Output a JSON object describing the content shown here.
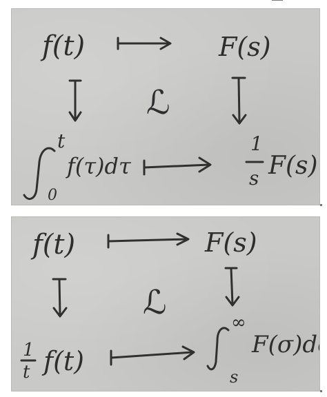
{
  "top_diagram": {
    "source": "f(t)",
    "image": "F(s)",
    "operator": "ℒ",
    "bottom_left_integrand": "f(τ)dτ",
    "upper_limit": "t",
    "lower_limit": "0",
    "fraction_numerator": "1",
    "fraction_denominator": "s",
    "bottom_right_function": "F(s)"
  },
  "bottom_diagram": {
    "source": "f(t)",
    "image": "F(s)",
    "operator": "ℒ",
    "fraction_numerator": "1",
    "fraction_denominator": "t",
    "bottom_left_function": "f(t)",
    "upper_limit": "∞",
    "lower_limit": "s",
    "integrand": "F(σ)dσ"
  }
}
